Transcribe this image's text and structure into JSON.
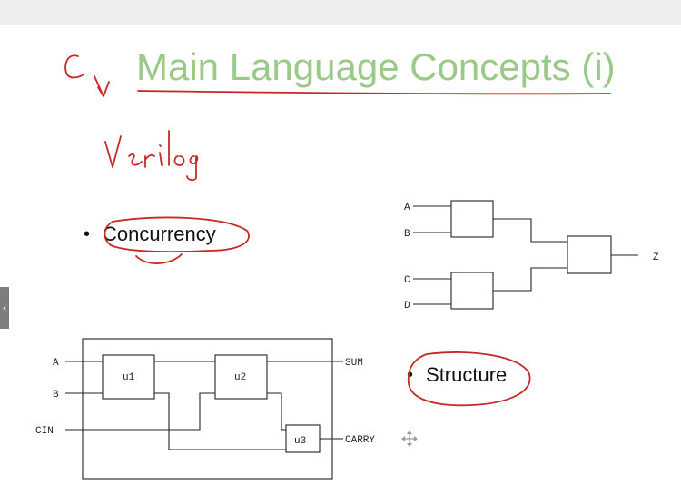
{
  "slide": {
    "title": "Main Language Concepts (i)",
    "bullets": [
      {
        "marker": "•",
        "text": "Concurrency"
      },
      {
        "marker": "•",
        "text": "Structure"
      }
    ]
  },
  "annotations": {
    "handwriting_c": "C",
    "handwriting_word": "Verilog"
  },
  "logic_diagram": {
    "inputs": [
      "A",
      "B",
      "C",
      "D"
    ],
    "output": "Z"
  },
  "adder_diagram": {
    "inputs": [
      "A",
      "B",
      "CIN"
    ],
    "outputs": [
      "SUM",
      "CARRY"
    ],
    "instances": [
      "u1",
      "u2",
      "u3"
    ]
  },
  "nav": {
    "prev_label": "‹"
  },
  "colors": {
    "title": "#9bc98a",
    "ink": "#c62828",
    "topbar": "#eeeeef"
  }
}
